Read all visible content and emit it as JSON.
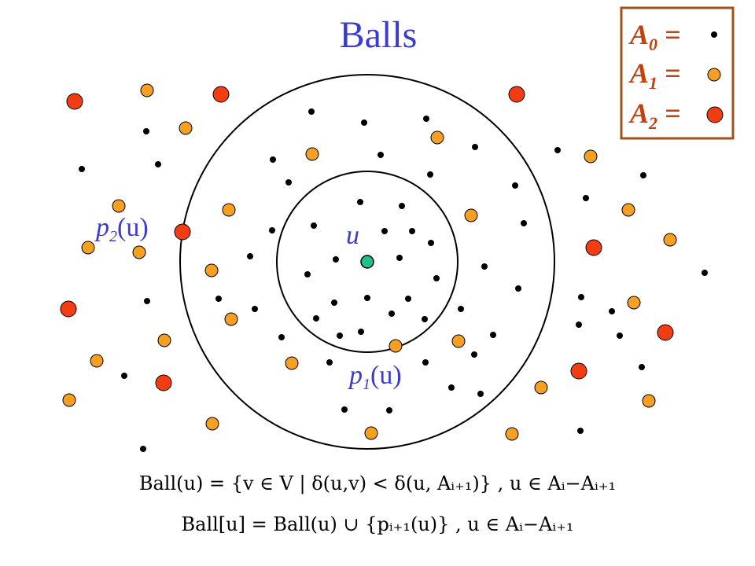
{
  "title": "Balls",
  "legend": [
    {
      "name": "A",
      "sub": "0",
      "suffix": " =",
      "marker": "small-black"
    },
    {
      "name": "A",
      "sub": "1",
      "suffix": " =",
      "marker": "orange"
    },
    {
      "name": "A",
      "sub": "2",
      "suffix": " =",
      "marker": "red"
    }
  ],
  "labels": {
    "u": "u",
    "p2_name": "p",
    "p2_sub": "2",
    "p2_arg": "(u)",
    "p1_name": "p",
    "p1_sub": "1",
    "p1_arg": "(u)"
  },
  "formulas": {
    "line1": "Ball(u) = {v ∈ V | δ(u,v) < δ(u, Aᵢ₊₁)} ,  u ∈ Aᵢ−Aᵢ₊₁",
    "line2": "Ball[u] = Ball(u) ∪ {pᵢ₊₁(u)} ,  u ∈ Aᵢ−Aᵢ₊₁"
  },
  "colors": {
    "title": "#3b3bd1",
    "legend_text": "#c0420f",
    "legend_border": "#a0521c",
    "orange": "#f5a021",
    "red": "#f23c12",
    "center": "#1fbf8f",
    "black": "#000000"
  },
  "icons": {
    "black_dot": "small-black-dot",
    "orange_dot": "orange-dot",
    "red_dot": "red-dot",
    "center_dot": "green-dot"
  }
}
